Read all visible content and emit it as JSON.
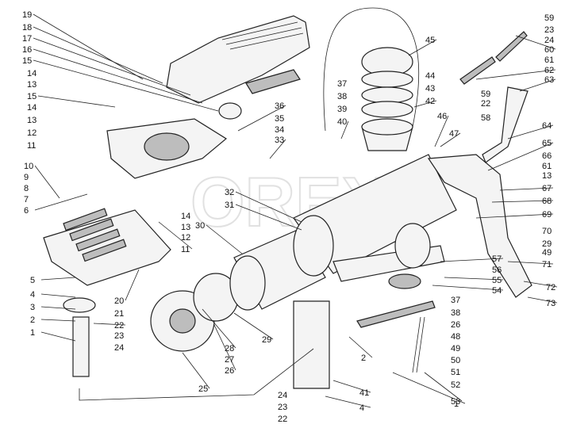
{
  "watermark": "OREX",
  "callouts": [
    "19",
    "18",
    "17",
    "16",
    "15",
    "14",
    "13",
    "15",
    "14",
    "13",
    "12",
    "11",
    "10",
    "9",
    "8",
    "7",
    "6",
    "5",
    "4",
    "3",
    "2",
    "1",
    "20",
    "21",
    "22",
    "23",
    "24",
    "25",
    "26",
    "27",
    "28",
    "29",
    "30",
    "31",
    "32",
    "11",
    "12",
    "13",
    "14",
    "33",
    "34",
    "35",
    "36",
    "37",
    "38",
    "39",
    "40",
    "42",
    "43",
    "44",
    "45",
    "46",
    "47",
    "59",
    "23",
    "24",
    "60",
    "61",
    "62",
    "63",
    "59",
    "22",
    "58",
    "64",
    "65",
    "66",
    "61",
    "13",
    "67",
    "68",
    "69",
    "70",
    "29",
    "49",
    "71",
    "72",
    "73",
    "57",
    "56",
    "55",
    "54",
    "37",
    "38",
    "26",
    "48",
    "49",
    "50",
    "51",
    "52",
    "53",
    "1",
    "2",
    "41",
    "4",
    "24",
    "23",
    "22"
  ]
}
